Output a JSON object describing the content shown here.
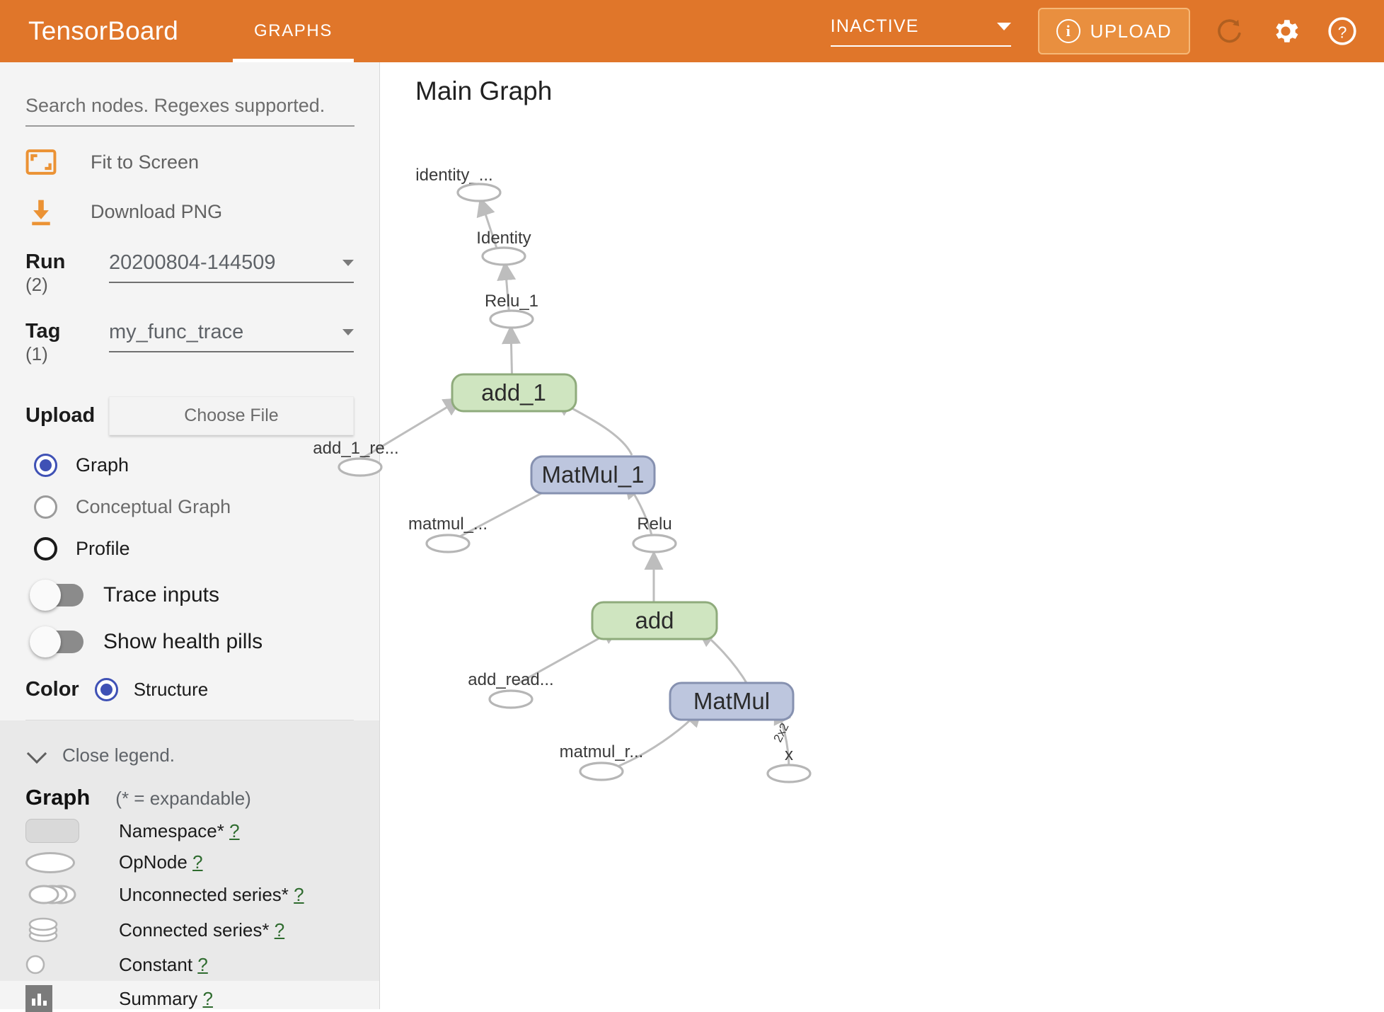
{
  "topbar": {
    "brand": "TensorBoard",
    "tabs": [
      {
        "label": "GRAPHS",
        "active": true
      }
    ],
    "status_select": {
      "value": "INACTIVE"
    },
    "upload_button": {
      "label": "UPLOAD",
      "icon": "info-circle-icon"
    },
    "icons": [
      "refresh-icon",
      "settings-gear-icon",
      "help-question-icon"
    ],
    "accent_color": "#e0762a"
  },
  "sidebar": {
    "search": {
      "placeholder": "Search nodes. Regexes supported.",
      "value": ""
    },
    "actions": [
      {
        "label": "Fit to Screen",
        "icon": "fit-to-screen-icon"
      },
      {
        "label": "Download PNG",
        "icon": "download-icon"
      }
    ],
    "run": {
      "label": "Run",
      "count": "(2)",
      "value": "20200804-144509"
    },
    "tag": {
      "label": "Tag",
      "count": "(1)",
      "value": "my_func_trace"
    },
    "upload": {
      "label": "Upload",
      "button_label": "Choose File"
    },
    "graph_type_options": [
      {
        "label": "Graph",
        "checked": true,
        "state": "selected"
      },
      {
        "label": "Conceptual Graph",
        "checked": false,
        "state": "disabled"
      },
      {
        "label": "Profile",
        "checked": false,
        "state": "dark"
      }
    ],
    "toggles": [
      {
        "label": "Trace inputs",
        "on": false
      },
      {
        "label": "Show health pills",
        "on": false
      }
    ],
    "color": {
      "label": "Color",
      "selected": "Structure",
      "checked": true
    }
  },
  "legend": {
    "toggle_label": "Close legend.",
    "title": "Graph",
    "hint": "(* = expandable)",
    "items": [
      {
        "label": "Namespace*",
        "help": "?",
        "swatch": "namespace-swatch"
      },
      {
        "label": "OpNode",
        "help": "?",
        "swatch": "opnode-swatch"
      },
      {
        "label": "Unconnected series*",
        "help": "?",
        "swatch": "unconnected-series-swatch"
      },
      {
        "label": "Connected series*",
        "help": "?",
        "swatch": "connected-series-swatch"
      },
      {
        "label": "Constant",
        "help": "?",
        "swatch": "constant-swatch"
      },
      {
        "label": "Summary",
        "help": "?",
        "swatch": "summary-swatch"
      }
    ]
  },
  "graph": {
    "title": "Main Graph",
    "nodes": [
      {
        "id": "identity_out",
        "label": "identity_...",
        "type": "op"
      },
      {
        "id": "identity",
        "label": "Identity",
        "type": "op"
      },
      {
        "id": "relu_1",
        "label": "Relu_1",
        "type": "op"
      },
      {
        "id": "add_1",
        "label": "add_1",
        "type": "box-green"
      },
      {
        "id": "add_1_read",
        "label": "add_1_re...",
        "type": "op"
      },
      {
        "id": "matmul_1",
        "label": "MatMul_1",
        "type": "box-blue"
      },
      {
        "id": "matmul_read_1",
        "label": "matmul_...",
        "type": "op"
      },
      {
        "id": "relu",
        "label": "Relu",
        "type": "op"
      },
      {
        "id": "add",
        "label": "add",
        "type": "box-green"
      },
      {
        "id": "add_read",
        "label": "add_read...",
        "type": "op"
      },
      {
        "id": "matmul",
        "label": "MatMul",
        "type": "box-blue"
      },
      {
        "id": "matmul_read",
        "label": "matmul_r...",
        "type": "op"
      },
      {
        "id": "x",
        "label": "x",
        "type": "op"
      }
    ],
    "edges": [
      {
        "from": "identity",
        "to": "identity_out"
      },
      {
        "from": "relu_1",
        "to": "identity"
      },
      {
        "from": "add_1",
        "to": "relu_1"
      },
      {
        "from": "add_1_read",
        "to": "add_1"
      },
      {
        "from": "matmul_1",
        "to": "add_1"
      },
      {
        "from": "matmul_read_1",
        "to": "matmul_1"
      },
      {
        "from": "relu",
        "to": "matmul_1"
      },
      {
        "from": "add",
        "to": "relu"
      },
      {
        "from": "add_read",
        "to": "add"
      },
      {
        "from": "matmul",
        "to": "add"
      },
      {
        "from": "matmul_read",
        "to": "matmul"
      },
      {
        "from": "x",
        "to": "matmul",
        "edge_label": "2x2"
      }
    ],
    "colors": {
      "green_fill": "#cfe5c0",
      "blue_fill": "#bdc6de",
      "edge": "#bdbdbd"
    }
  }
}
